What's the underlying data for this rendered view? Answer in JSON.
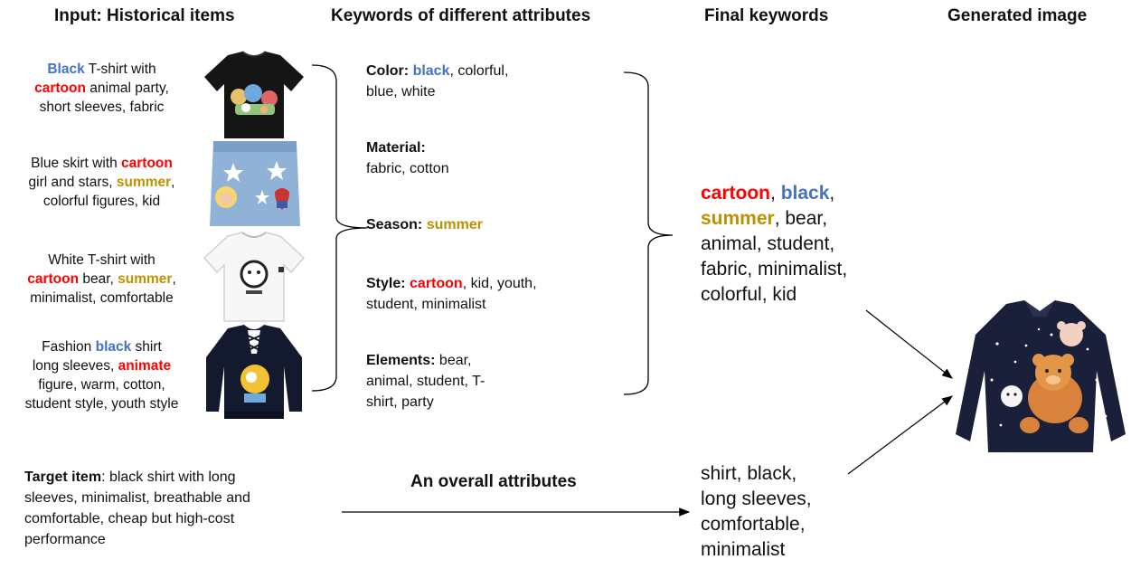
{
  "headers": {
    "input": "Input: Historical items",
    "keywords": "Keywords of different attributes",
    "final": "Final keywords",
    "generated": "Generated image"
  },
  "items": [
    {
      "l1": [
        [
          "Black",
          "blue"
        ],
        [
          " T-shirt with",
          ""
        ]
      ],
      "l2": [
        [
          "cartoon",
          "red"
        ],
        [
          " animal party,",
          ""
        ]
      ],
      "l3": [
        [
          "short sleeves, fabric",
          ""
        ]
      ]
    },
    {
      "l1": [
        [
          "Blue skirt with ",
          ""
        ],
        [
          "cartoon",
          "red"
        ]
      ],
      "l2": [
        [
          "girl and stars, ",
          ""
        ],
        [
          "summer",
          "gold"
        ],
        [
          ",",
          ""
        ]
      ],
      "l3": [
        [
          "colorful figures, kid",
          ""
        ]
      ]
    },
    {
      "l1": [
        [
          "White T-shirt with",
          ""
        ]
      ],
      "l2": [
        [
          "cartoon",
          "red"
        ],
        [
          " bear, ",
          ""
        ],
        [
          "summer",
          "gold"
        ],
        [
          ",",
          ""
        ]
      ],
      "l3": [
        [
          "minimalist, comfortable",
          ""
        ]
      ]
    },
    {
      "l1": [
        [
          "Fashion ",
          ""
        ],
        [
          "black",
          "blue"
        ],
        [
          " shirt",
          ""
        ]
      ],
      "l2": [
        [
          "long sleeves, ",
          ""
        ],
        [
          "animate",
          "red"
        ]
      ],
      "l3": [
        [
          "figure, warm, cotton,",
          ""
        ]
      ],
      "l4": [
        [
          "student style, youth style",
          ""
        ]
      ]
    }
  ],
  "attributes": {
    "color": {
      "label": "Color:",
      "highlight": "black",
      "rest1": ", colorful,",
      "rest2": "blue, white"
    },
    "material": {
      "label": "Material:",
      "rest": "fabric, cotton"
    },
    "season": {
      "label": "Season:",
      "highlight": "summer"
    },
    "style": {
      "label": "Style:",
      "highlight": "cartoon",
      "rest1": ", kid, youth,",
      "rest2": "student, minimalist"
    },
    "elements": {
      "label": "Elements:",
      "rest1": " bear,",
      "rest2": "animal, student, T-",
      "rest3": "shirt, party"
    }
  },
  "final_keywords": {
    "cartoon": "cartoon",
    "sep1": ", ",
    "black": "black",
    "sep2": ",",
    "summer": "summer",
    "line2_rest": ", bear,",
    "line3": "animal, student,",
    "line4": "fabric, minimalist,",
    "line5": "colorful, kid"
  },
  "target": {
    "label": "Target item",
    "text1": ": black shirt with long",
    "text2": "sleeves, minimalist,  breathable and",
    "text3": "comfortable, cheap but high-cost",
    "text4": "performance"
  },
  "overall_label": "An overall attributes",
  "overall_keywords": [
    "shirt, black,",
    "long sleeves,",
    "comfortable,",
    "minimalist"
  ],
  "colors": {
    "blue": "#4472C4",
    "red": "#FF0000",
    "gold": "#BF9000"
  },
  "icons": [
    "tshirt-black-image",
    "denim-skirt-image",
    "tshirt-white-image",
    "black-sweatshirt-image",
    "generated-shirt-image"
  ]
}
